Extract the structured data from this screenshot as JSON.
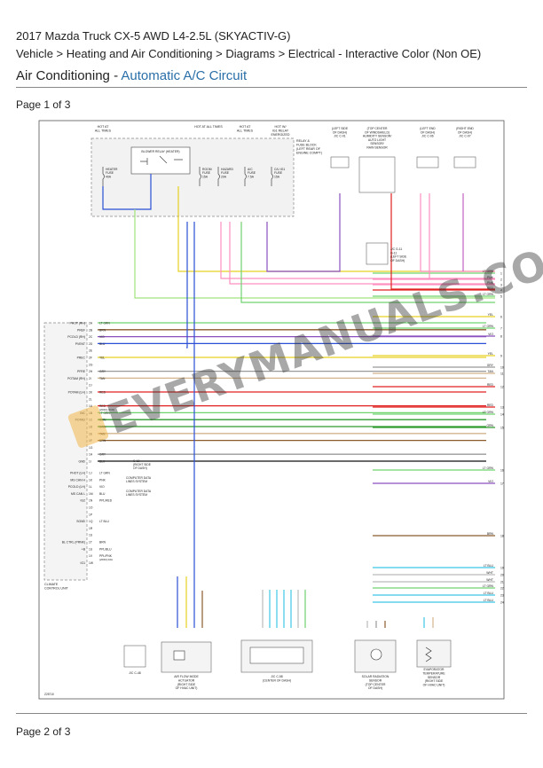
{
  "header": {
    "title": "2017 Mazda Truck CX-5 AWD L4-2.5L (SKYACTIV-G)",
    "breadcrumb": "Vehicle > Heating and Air Conditioning > Diagrams > Electrical - Interactive Color (Non OE)",
    "section": "Air Conditioning",
    "separator": " - ",
    "subsection": "Automatic A/C Circuit"
  },
  "pages": {
    "first": "Page 1 of 3",
    "second": "Page 2 of 3"
  },
  "watermark": "EVERYMANUALS.COM",
  "diagram": {
    "fuse_headers": [
      {
        "id": "h1",
        "lines": [
          "HOT AT",
          "ALL TIMES"
        ]
      },
      {
        "id": "h2",
        "lines": [
          "HOT AT ALL TIMES"
        ]
      },
      {
        "id": "h3",
        "lines": [
          "HOT AT",
          "ALL TIMES"
        ]
      },
      {
        "id": "h4",
        "lines": [
          "HOT W/",
          "IG1 RELAY",
          "ENERGIZED"
        ]
      }
    ],
    "relay_block": [
      "RELAY &",
      "FUSE BLOCK",
      "(LEFT REAR OF",
      "ENGINE COMPT)"
    ],
    "blower_relay": "BLOWER RELAY (HEATER)",
    "fuses": [
      {
        "id": "f1",
        "lines": [
          "HEATER",
          "FUSE",
          "40A"
        ]
      },
      {
        "id": "f2",
        "lines": [
          "ROOM",
          "FUSE",
          "15A"
        ]
      },
      {
        "id": "f3",
        "lines": [
          "HAZARD",
          "FUSE",
          "20A"
        ]
      },
      {
        "id": "f4",
        "lines": [
          "A/C",
          "FUSE",
          "7.5A"
        ]
      },
      {
        "id": "f5",
        "lines": [
          "C/U IG1",
          "FUSE",
          "15A"
        ]
      }
    ],
    "right_headers": [
      {
        "id": "r1",
        "lines": [
          "(LEFT SIDE",
          "OF DASH)",
          "J/C C-01"
        ]
      },
      {
        "id": "r2",
        "lines": [
          "(TOP CENTER",
          "OF WINDSHIELD)",
          "HUMIDITY SENSOR/",
          "AUTO LIGHT",
          "SENSOR/",
          "RAIN SENSOR"
        ]
      },
      {
        "id": "r3",
        "lines": [
          "(LEFT END",
          "OF DASH)",
          "J/C C-06"
        ]
      },
      {
        "id": "r4",
        "lines": [
          "(RIGHT END",
          "OF DASH)",
          "J/C C-07"
        ]
      }
    ],
    "jc_g11": [
      "J/C G-11",
      "G-11",
      "(LEFT SIDE",
      "OF DASH)"
    ],
    "module_pins": [
      {
        "pin": "2A",
        "fn": "PHOT (RH)",
        "wire": "LT GRN",
        "color": "#6fd36f"
      },
      {
        "pin": "2B",
        "fn": "PREF",
        "wire": "BRN",
        "color": "#8b5a2b"
      },
      {
        "pin": "2C",
        "fn": "PCOLD (RH)",
        "wire": "VIO",
        "color": "#8a4fbf"
      },
      {
        "pin": "2D",
        "fn": "PVENT",
        "wire": "BLU",
        "color": "#2a4fd6"
      },
      {
        "pin": "2E",
        "fn": "",
        "wire": "",
        "color": ""
      },
      {
        "pin": "2F",
        "fn": "PREC",
        "wire": "YEL",
        "color": "#e6d020"
      },
      {
        "pin": "2G",
        "fn": "",
        "wire": "",
        "color": ""
      },
      {
        "pin": "2H",
        "fn": "PFRE",
        "wire": "GRY",
        "color": "#999999"
      },
      {
        "pin": "2I",
        "fn": "POTAM (RH)",
        "wire": "TAN",
        "color": "#d2b48c"
      },
      {
        "pin": "2J",
        "fn": "",
        "wire": "",
        "color": ""
      },
      {
        "pin": "2K",
        "fn": "POTAM (LH)",
        "wire": "RED",
        "color": "#e02020"
      },
      {
        "pin": "2L",
        "fn": "",
        "wire": "",
        "color": ""
      },
      {
        "pin": "1A",
        "fn": "",
        "wire": "RED",
        "color": "#e02020"
      },
      {
        "pin": "1B",
        "fn": "INC",
        "wire": "LT GRN",
        "color": "#6fd36f"
      },
      {
        "pin": "1C",
        "fn": "POTAD",
        "wire": "GRN",
        "color": "#2e9a2e"
      },
      {
        "pin": "1D",
        "fn": "",
        "wire": "GRN",
        "color": "#2e9a2e"
      },
      {
        "pin": "1E",
        "fn": "",
        "wire": "TAN",
        "color": "#d2b48c"
      },
      {
        "pin": "1F",
        "fn": "",
        "wire": "BRN",
        "color": "#8b5a2b"
      },
      {
        "pin": "1G",
        "fn": "",
        "wire": "",
        "color": ""
      },
      {
        "pin": "1H",
        "fn": "",
        "wire": "GRY",
        "color": "#999999"
      },
      {
        "pin": "1I",
        "fn": "GND",
        "wire": "BLK",
        "color": "#111111"
      }
    ],
    "module_pins_lower": [
      {
        "pin": "1J",
        "fn": "PHOT (LH)",
        "wire": "LT GRN",
        "color": "#6fd36f"
      },
      {
        "pin": "1K",
        "fn": "MS CAN H",
        "wire": "PNK",
        "color": "#ff8fc0"
      },
      {
        "pin": "1L",
        "fn": "PCOLD (LH)",
        "wire": "VIO",
        "color": "#8a4fbf"
      },
      {
        "pin": "1M",
        "fn": "MS CAN L",
        "wire": "BLU",
        "color": "#2a4fd6"
      },
      {
        "pin": "1N",
        "fn": "IG2",
        "wire": "PPL/RED",
        "color": "#b03070"
      },
      {
        "pin": "1O",
        "fn": "",
        "wire": "",
        "color": ""
      },
      {
        "pin": "1P",
        "fn": "",
        "wire": "",
        "color": ""
      },
      {
        "pin": "1Q",
        "fn": "SGND",
        "wire": "LT BLU",
        "color": "#3cc8e6"
      },
      {
        "pin": "1R",
        "fn": "",
        "wire": "",
        "color": ""
      },
      {
        "pin": "1S",
        "fn": "",
        "wire": "",
        "color": ""
      },
      {
        "pin": "1T",
        "fn": "BL CTRL (PRNK)",
        "wire": "BRN",
        "color": "#8b5a2b"
      },
      {
        "pin": "1U",
        "fn": "+B",
        "wire": "PPL/BLU",
        "color": "#6a3fc0"
      },
      {
        "pin": "1V",
        "fn": "",
        "wire": "PPL/PNK",
        "color": "#c060c0"
      },
      {
        "pin": "1W",
        "fn": "IG1",
        "wire": "",
        "color": ""
      }
    ],
    "module_label": [
      "CLIMATE",
      "CONTROL UNIT"
    ],
    "gnd_label": [
      "G-12",
      "(RIGHT SIDE",
      "OF DASH)"
    ],
    "computer_lines": [
      "COMPUTER DATA",
      "LINES SYSTEM"
    ],
    "connector_codes": [
      "(2F60) (2C0)",
      "(2F60) 02A"
    ],
    "right_lines": [
      {
        "n": "1",
        "wire": "LT GRN",
        "color": "#6fd36f"
      },
      {
        "n": "2",
        "wire": "PNK",
        "color": "#ff8fc0"
      },
      {
        "n": "3",
        "wire": "PNK",
        "color": "#ff8fc0"
      },
      {
        "n": "4",
        "wire": "RED",
        "color": "#e02020"
      },
      {
        "n": "5",
        "wire": "LT GRN",
        "color": "#6fd36f"
      },
      {
        "n": "6",
        "wire": "YEL",
        "color": "#e6d020"
      },
      {
        "n": "7",
        "wire": "LT GRN",
        "color": "#6fd36f"
      },
      {
        "n": "8",
        "wire": "VIO",
        "color": "#8a4fbf"
      },
      {
        "n": "9",
        "wire": "YEL",
        "color": "#e6d020"
      },
      {
        "n": "10",
        "wire": "GRY",
        "color": "#999999"
      },
      {
        "n": "11",
        "wire": "TAN",
        "color": "#d2b48c"
      },
      {
        "n": "12",
        "wire": "RED",
        "color": "#e02020"
      },
      {
        "n": "13",
        "wire": "RED",
        "color": "#e02020"
      },
      {
        "n": "14",
        "wire": "LT GRN",
        "color": "#6fd36f"
      },
      {
        "n": "15",
        "wire": "GRN",
        "color": "#2e9a2e"
      },
      {
        "n": "16",
        "wire": "LT GRN",
        "color": "#6fd36f"
      },
      {
        "n": "17",
        "wire": "VIO",
        "color": "#8a4fbf"
      },
      {
        "n": "18",
        "wire": "BRN",
        "color": "#8b5a2b"
      },
      {
        "n": "19",
        "wire": "LT BLU",
        "color": "#3cc8e6"
      },
      {
        "n": "20",
        "wire": "WHT",
        "color": "#bbbbbb"
      },
      {
        "n": "21",
        "wire": "WHT",
        "color": "#bbbbbb"
      },
      {
        "n": "22",
        "wire": "LT GRN",
        "color": "#6fd36f"
      },
      {
        "n": "23",
        "wire": "LT BLU",
        "color": "#3cc8e6"
      },
      {
        "n": "24",
        "wire": "LT BLU",
        "color": "#3cc8e6"
      }
    ],
    "bottom_components": [
      {
        "id": "jc48",
        "lines": [
          "J/C C-48"
        ]
      },
      {
        "id": "airflow",
        "lines": [
          "AIR FLOW MODE",
          "ACTUATOR",
          "(RIGHT SIDE",
          "OF HVAC UNIT)"
        ]
      },
      {
        "id": "jc58",
        "lines": [
          "J/C C-58",
          "(CENTER OF DASH)"
        ]
      },
      {
        "id": "solar",
        "lines": [
          "SOLAR RADIATION",
          "SENSOR",
          "(TOP CENTER",
          "OF DASH)"
        ]
      },
      {
        "id": "evap",
        "lines": [
          "EVAPORATOR",
          "TEMPERATURE",
          "SENSOR",
          "(RIGHT SIDE",
          "OF HVAC UNIT)"
        ]
      }
    ],
    "footer_code": "Z25710"
  }
}
